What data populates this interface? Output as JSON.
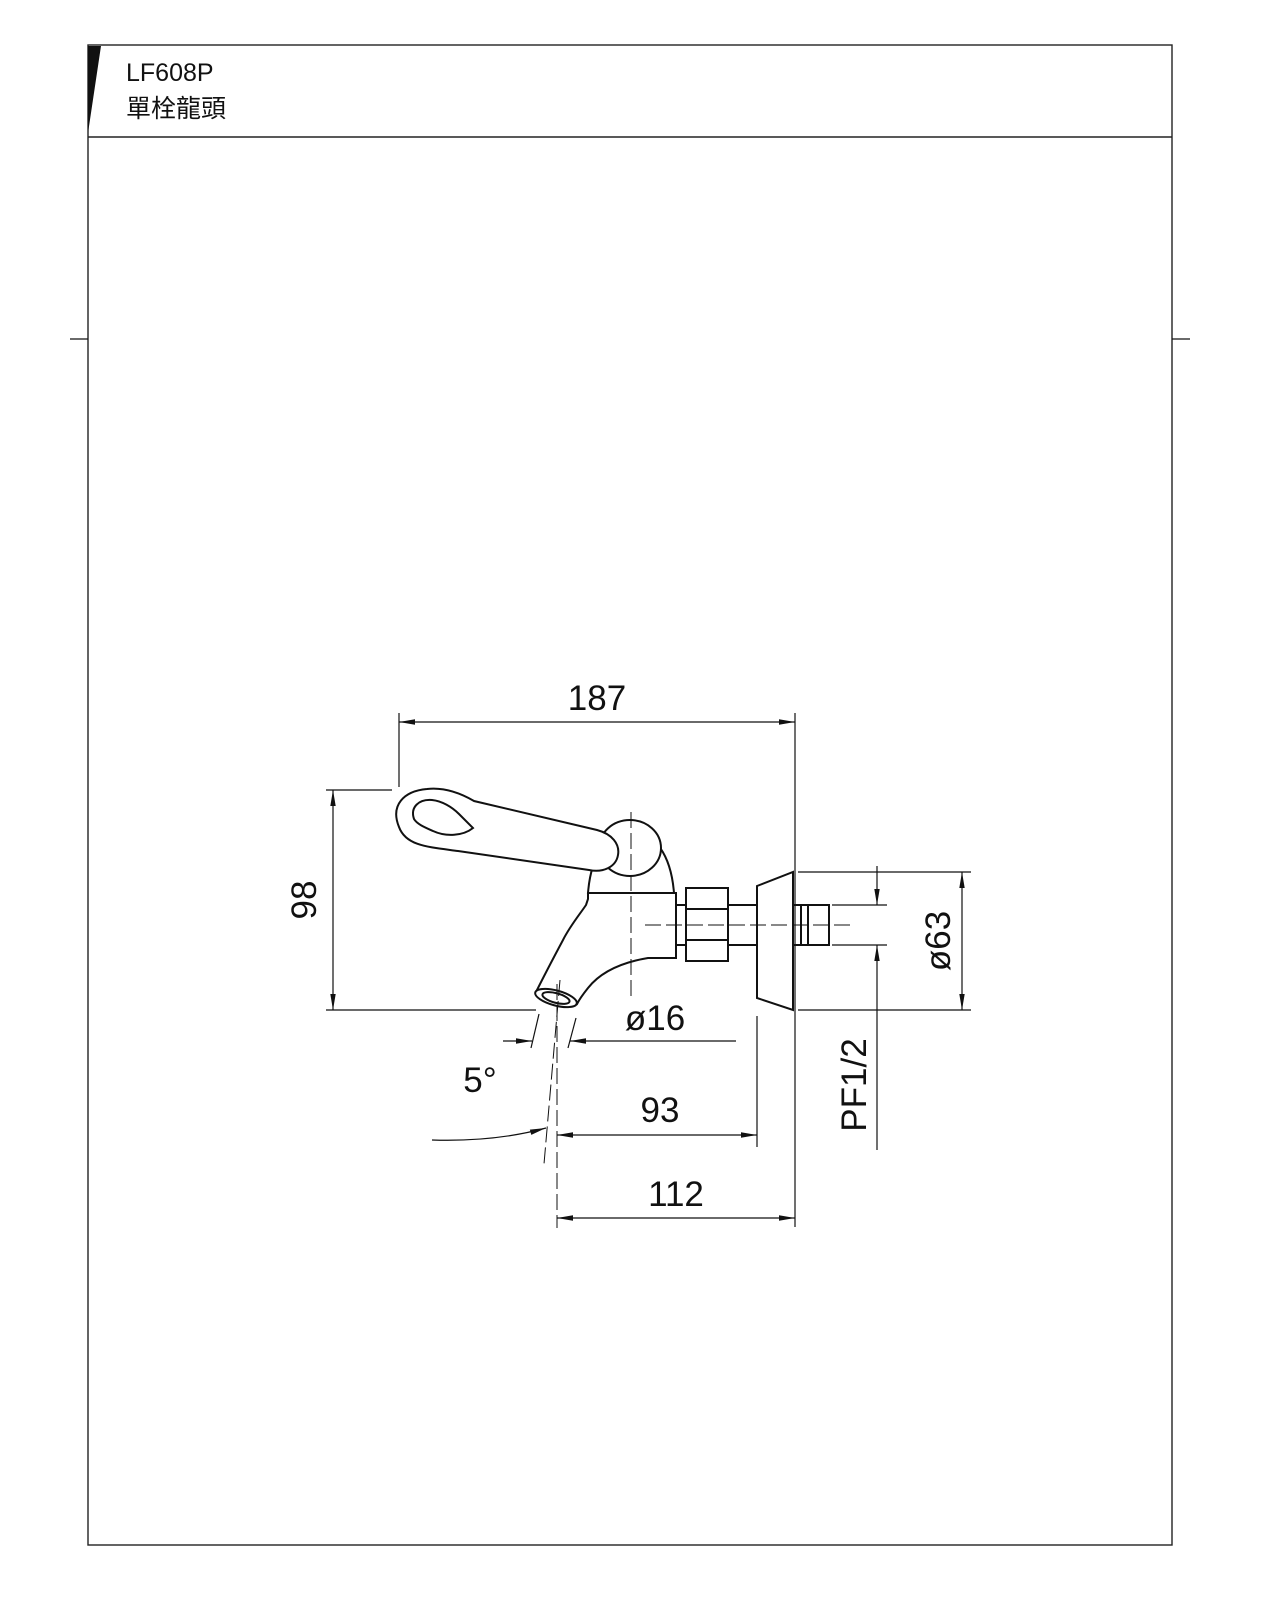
{
  "page": {
    "product_code": "LF608P",
    "product_name": "單栓龍頭"
  },
  "drawing": {
    "type": "technical-dimension-drawing",
    "subject": "single-lever wall faucet",
    "line_color": "#111111",
    "background_color": "#ffffff",
    "dimensions": {
      "width_total": "187",
      "height_total": "98",
      "flange_diameter": "ø63",
      "spout_diameter": "ø16",
      "spout_angle": "5°",
      "depth_to_flange": "93",
      "depth_total": "112",
      "thread_size": "PF1/2"
    }
  }
}
